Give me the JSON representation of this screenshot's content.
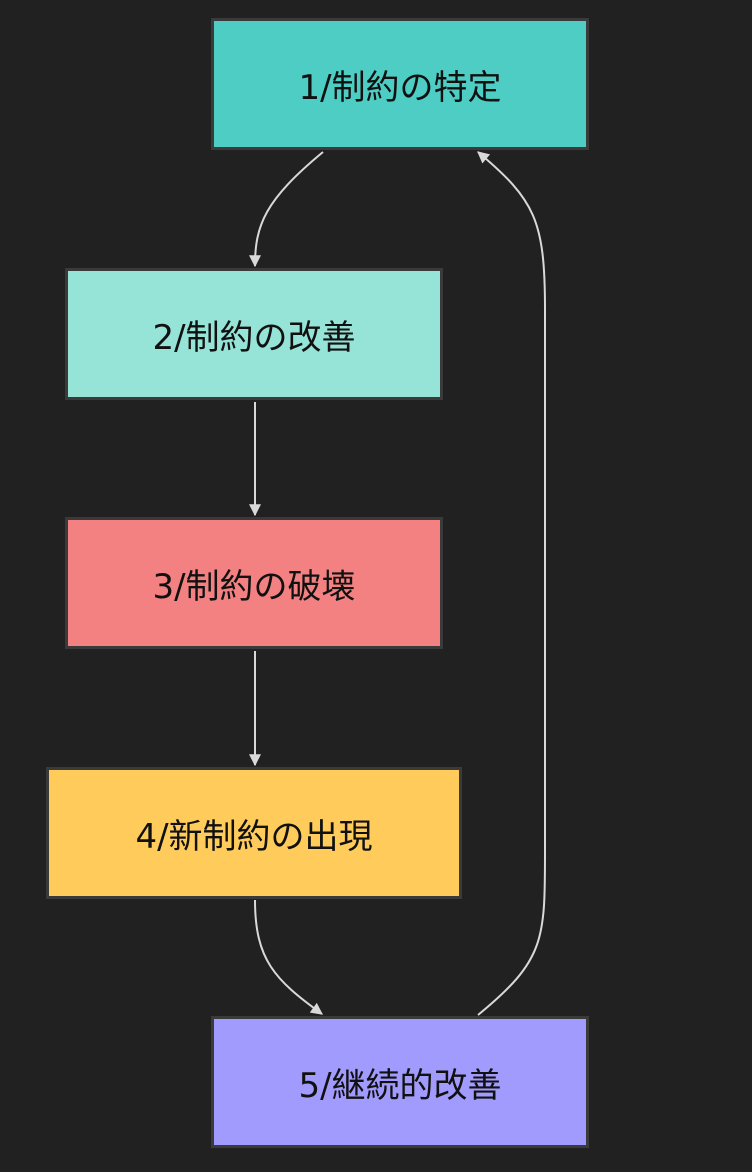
{
  "diagram": {
    "type": "flowchart",
    "background_color": "#212121",
    "edge_color": "#d9d9d9",
    "nodes": [
      {
        "id": "1",
        "label": "1/制約の特定",
        "color": "#4ecdc4"
      },
      {
        "id": "2",
        "label": "2/制約の改善",
        "color": "#96e3d7"
      },
      {
        "id": "3",
        "label": "3/制約の破壊",
        "color": "#f38181"
      },
      {
        "id": "4",
        "label": "4/新制約の出現",
        "color": "#ffcc5c"
      },
      {
        "id": "5",
        "label": "5/継続的改善",
        "color": "#a29bfe"
      }
    ],
    "edges": [
      {
        "from": "1",
        "to": "2"
      },
      {
        "from": "2",
        "to": "3"
      },
      {
        "from": "3",
        "to": "4"
      },
      {
        "from": "4",
        "to": "5"
      },
      {
        "from": "5",
        "to": "1"
      }
    ]
  }
}
